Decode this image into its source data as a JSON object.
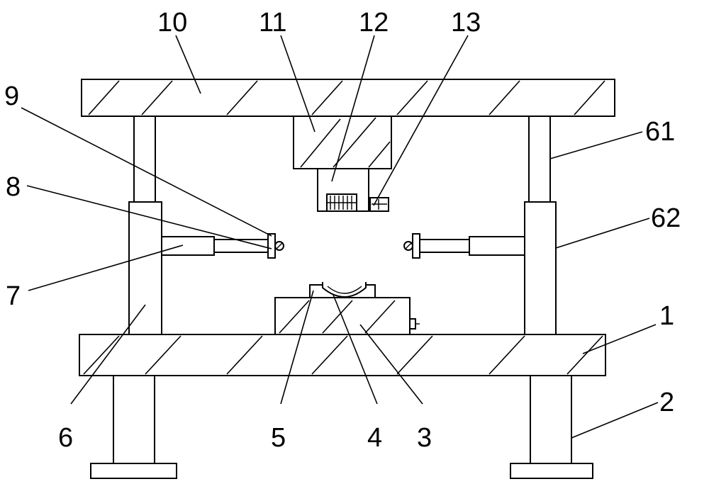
{
  "diagram": {
    "labels": {
      "n1": "1",
      "n2": "2",
      "n3": "3",
      "n4": "4",
      "n5": "5",
      "n6": "6",
      "n7": "7",
      "n8": "8",
      "n9": "9",
      "n10": "10",
      "n11": "11",
      "n12": "12",
      "n13": "13",
      "n61": "61",
      "n62": "62"
    },
    "colors": {
      "stroke": "#000000",
      "background": "#ffffff"
    }
  }
}
